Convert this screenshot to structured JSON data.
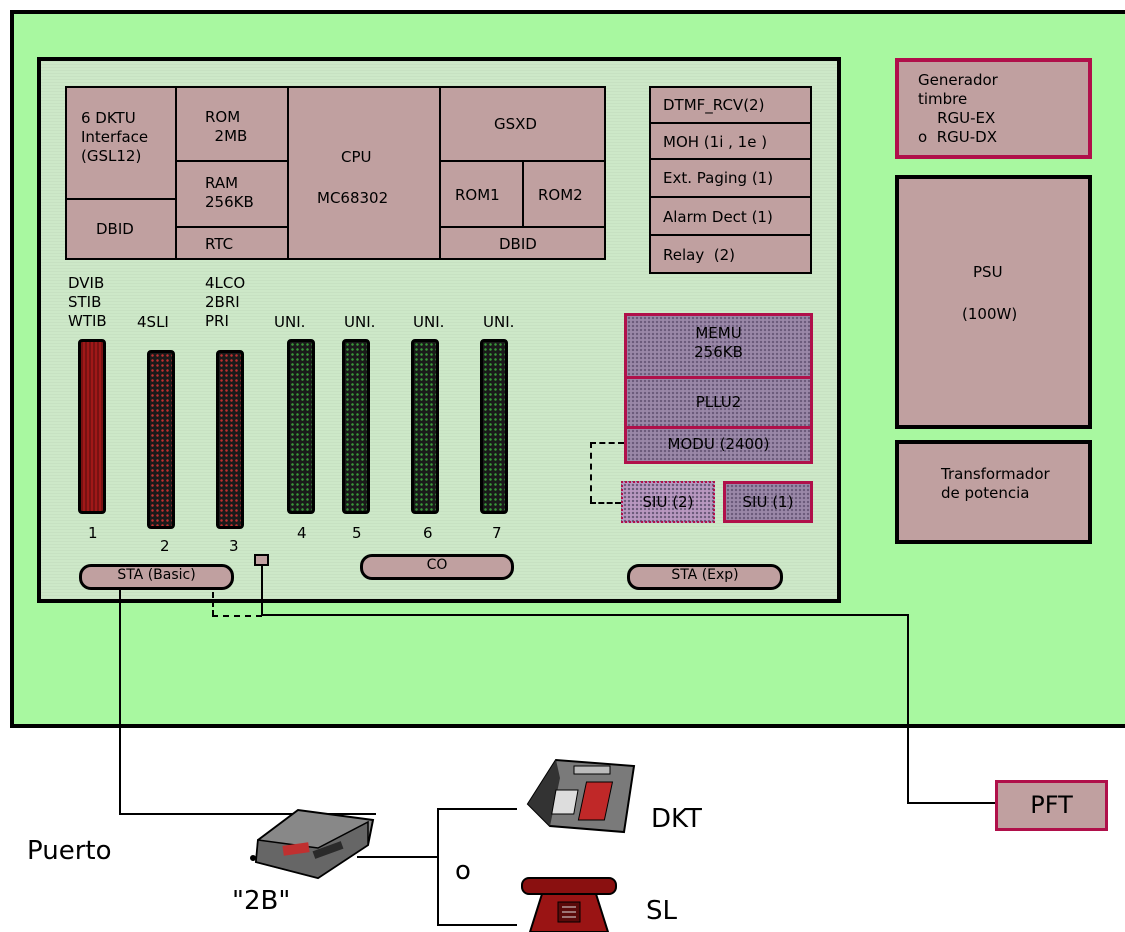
{
  "board": {
    "dkt_interface": "6 DKTU\nInterface\n(GSL12)",
    "dbid_left": "DBID",
    "rom": "ROM\n  2MB",
    "ram": "RAM\n256KB",
    "rtc": "RTC",
    "cpu": "CPU",
    "cpu_model": "MC68302",
    "gsxd": "GSXD",
    "rom1": "ROM1",
    "rom2": "ROM2",
    "dbid_right": "DBID",
    "options": [
      "DTMF_RCV(2)",
      "MOH (1i , 1e )",
      "Ext. Paging (1)",
      "Alarm Dect (1)",
      "Relay  (2)"
    ],
    "slots": [
      {
        "label": "DVIB\nSTIB\nWTIB",
        "number": "1"
      },
      {
        "label": "4SLI",
        "number": "2"
      },
      {
        "label": "4LCO\n2BRI\nPRI",
        "number": "3"
      },
      {
        "label": "UNI.",
        "number": "4"
      },
      {
        "label": "UNI.",
        "number": "5"
      },
      {
        "label": "UNI.",
        "number": "6"
      },
      {
        "label": "UNI.",
        "number": "7"
      }
    ],
    "memu": "MEMU\n256KB",
    "pllu2": "PLLU2",
    "modu": "MODU (2400)",
    "siu2": "SIU (2)",
    "siu1": "SIU (1)",
    "sta_basic": "STA (Basic)",
    "co": "CO",
    "sta_exp": "STA (Exp)"
  },
  "side": {
    "generator": "Generador\ntimbre\n    RGU-EX\no  RGU-DX",
    "psu": "PSU",
    "psu_watts": "(100W)",
    "transformer": "Transformador\nde potencia"
  },
  "external": {
    "port_label": "Puerto",
    "port_name": "\"2B\"",
    "or": "o",
    "dkt": "DKT",
    "sl": "SL",
    "pft": "PFT"
  },
  "colors": {
    "chassis": "#a8f8a0",
    "block": "#c0a0a0",
    "accent": "#b0104a"
  }
}
